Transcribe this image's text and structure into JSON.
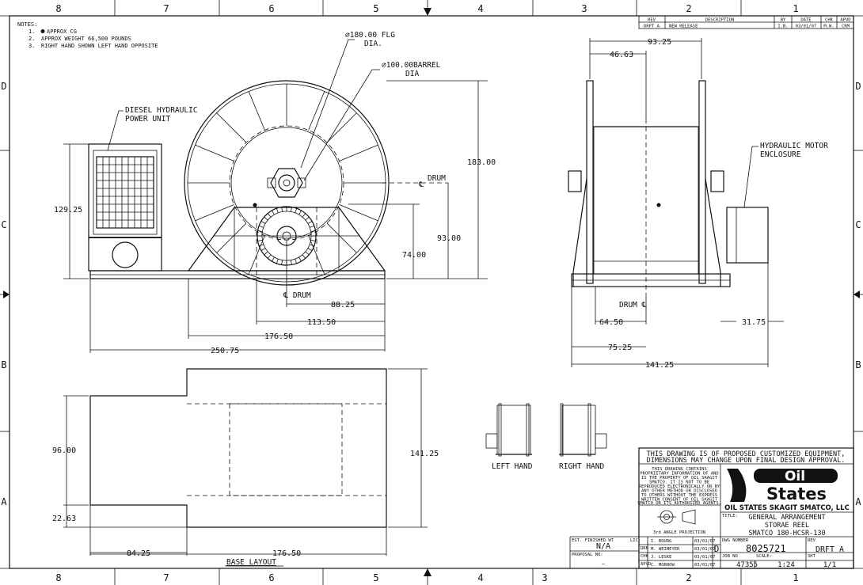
{
  "zones": {
    "top": [
      "8",
      "7",
      "6",
      "5",
      "4",
      "3",
      "2",
      "1"
    ],
    "bottom": [
      "8",
      "7",
      "6",
      "5",
      "4",
      "3",
      "2",
      "1"
    ],
    "left": [
      "D",
      "C",
      "B",
      "A"
    ],
    "right": [
      "D",
      "C",
      "B",
      "A"
    ]
  },
  "notes": {
    "heading": "NOTES:",
    "items": [
      {
        "num": "1.",
        "text": "APPROX CG"
      },
      {
        "num": "2.",
        "text": "APPROX WEIGHT 66,500 POUNDS"
      },
      {
        "num": "3.",
        "text": "RIGHT HAND SHOWN LEFT HAND OPPOSITE"
      }
    ]
  },
  "revision": {
    "headers": [
      "REV",
      "DESCRIPTION",
      "BY",
      "DATE",
      "CHK",
      "APVD"
    ],
    "row": [
      "DRFT A",
      "NEW RELEASE",
      "I.B.",
      "03/01/07",
      "M.W.",
      "CRM"
    ]
  },
  "labels": {
    "flange": "⌀180.00 FLG",
    "flange2": "DIA.",
    "barrel": "⌀100.00BARREL",
    "barrel2": "DIA",
    "diesel1": "DIESEL HYDRAULIC",
    "diesel2": "POWER UNIT",
    "drum_cl": "DRUM",
    "drum_bottom": "℄ DRUM",
    "hyd1": "HYDRAULIC MOTOR",
    "hyd2": "ENCLOSURE",
    "drum_side": "DRUM ℄",
    "base_layout": "BASE LAYOUT",
    "left_hand": "LEFT HAND",
    "right_hand": "RIGHT HAND"
  },
  "dims": {
    "d183": "183.00",
    "d129": "129.25",
    "d93": "93.00",
    "d74": "74.00",
    "d88": "88.25",
    "d113": "113.50",
    "d176a": "176.50",
    "d250": "250.75",
    "d9325": "93.25",
    "d4663": "46.63",
    "d6450": "64.50",
    "d3175": "31.75",
    "d7525": "75.25",
    "d14125a": "141.25",
    "d96": "96.00",
    "d14125b": "141.25",
    "d2263": "22.63",
    "d8425": "84.25",
    "d176b": "176.50"
  },
  "title_block": {
    "notice1": "THIS DRAWING IS OF PROPOSED CUSTOMIZED EQUIPMENT,",
    "notice2": "DIMENSIONS MAY CHANGE UPON FINAL DESIGN APPROVAL.",
    "proprietary": [
      "THIS DRAWING CONTAINS",
      "PROPRIETARY INFORMATION OF AND",
      "IS THE PROPERTY OF OIL SKAGIT",
      "SMATCO. IT IS NOT TO BE",
      "REPRODUCED ELECTRONICALLY OR BY",
      "ANY OTHER METHOD OR DISCLOSED",
      "TO OTHERS WITHOUT THE EXPRESS",
      "WRITTEN CONSENT OF OIL SKAGIT",
      "SMATCO OR ITS AUTHORIZED AGENTS."
    ],
    "logo_top": "Oil",
    "logo_bottom": "States",
    "company": "OIL STATES SKAGIT SMATCO, LLC",
    "title_label": "TITLE:",
    "title1": "GENERAL ARRANGEMENT",
    "title2": "STORAE REEL",
    "title3": "SMATCO 180-HCSR-130",
    "projection": "3rd ANGLE PROJECTION",
    "est_weight_label": "EST. FINISHED WT",
    "est_weight": "N/A",
    "proposal_label": "PROPOSAL NO:",
    "proposal": "—",
    "lic_label": "LIC",
    "people": [
      {
        "role": "",
        "name": "I. BOURG",
        "date": "03/01/07"
      },
      {
        "role": "DRN",
        "name": "M. WEIMEYER",
        "date": "03/01/07"
      },
      {
        "role": "CHK",
        "name": "J. LESKE",
        "date": "03/01/07"
      },
      {
        "role": "APVD",
        "name": "C. MORROW",
        "date": "03/01/07"
      }
    ],
    "size": "D",
    "dwg_label": "DWG NUMBER",
    "dwg": "8025721",
    "rev_label": "REV",
    "rev": "DRFT A",
    "scale_label": "SCALE:",
    "scale": "1:24",
    "job_label": "JOB NO",
    "job": "47355",
    "sheet_label": "SHT",
    "sheet": "1/1"
  }
}
